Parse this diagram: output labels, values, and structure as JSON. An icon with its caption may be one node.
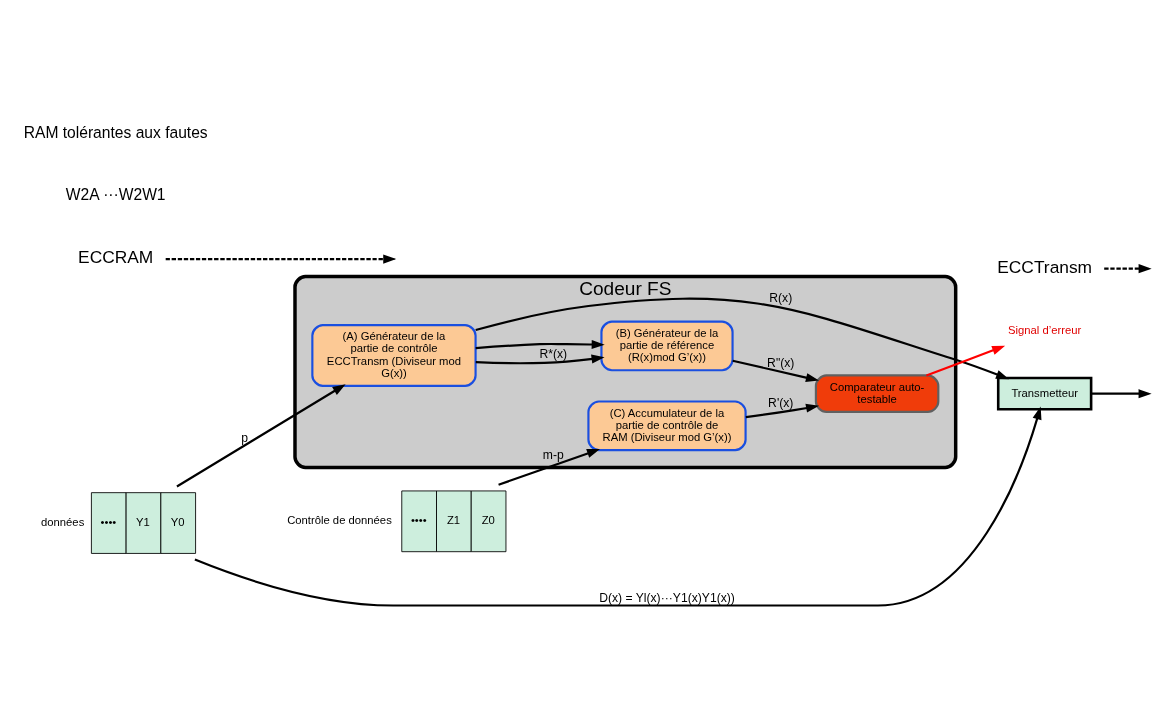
{
  "diagram": {
    "nodes": [
      {
        "text": [
          "••••",
          "Y1",
          "Y0"
        ],
        "beside": [
          "données"
        ]
      },
      {
        "text": [
          "••••",
          "Z1",
          "Z0"
        ],
        "beside": [
          "Contrôle de données"
        ]
      },
      {
        "text": [
          "Codeur FS"
        ]
      },
      {
        "text": [
          "(A) Générateur de la partie de contrôle ECCTransm (Diviseur mod G(x))"
        ],
        "in": 2
      },
      {
        "text": [
          "(B) Générateur de la partie de référence (R(x)mod G’(x))"
        ],
        "in": 2
      },
      {
        "text": [
          "(C) Accumulateur de la partie de contrôle de RAM (Diviseur mod G’(x))"
        ],
        "in": 2
      },
      {
        "text": [
          "Comparateur auto-testable"
        ],
        "in": 2
      },
      {
        "text": [
          "Transmetteur"
        ]
      },
      {
        "text": [
          "Signal d’erreur"
        ]
      },
      {
        "text": [
          "ECCRAM"
        ]
      },
      {
        "text": [
          "ECCTransm"
        ]
      }
    ],
    "edges": [
      {
        "from": 0,
        "to": 3,
        "arrow": "to",
        "label": "p"
      },
      {
        "from": 0,
        "to": 7,
        "arrow": "to",
        "label": "D(x) = Yl(x)···Y1(x)Y1(x))"
      },
      {
        "from": 3,
        "to": 7,
        "arrow": "to",
        "label": "R(x)"
      },
      {
        "from": 3,
        "to": 4,
        "arrow": "to",
        "label": "R*(x)"
      },
      {
        "from": 3,
        "to": 4,
        "arrow": "to"
      },
      {
        "from": 4,
        "to": 6,
        "arrow": "to",
        "label": "R\"(x)"
      },
      {
        "from": 1,
        "to": 5,
        "arrow": "to",
        "label": "m-p"
      },
      {
        "from": 5,
        "to": 6,
        "arrow": "to",
        "label": "R'(x)"
      },
      {
        "from": 6,
        "to": 8,
        "arrow": "to",
        "color": "#ff0000"
      },
      {
        "from": 9,
        "to": null,
        "arrow": "to",
        "style": "dashed"
      },
      {
        "from": 10,
        "to": null,
        "arrow": "to",
        "style": "dashed"
      },
      {
        "from": 7,
        "to": null,
        "arrow": "to"
      }
    ],
    "labels": [
      "W2A ···W2W1",
      "RAM tolérantes aux fautes"
    ]
  }
}
